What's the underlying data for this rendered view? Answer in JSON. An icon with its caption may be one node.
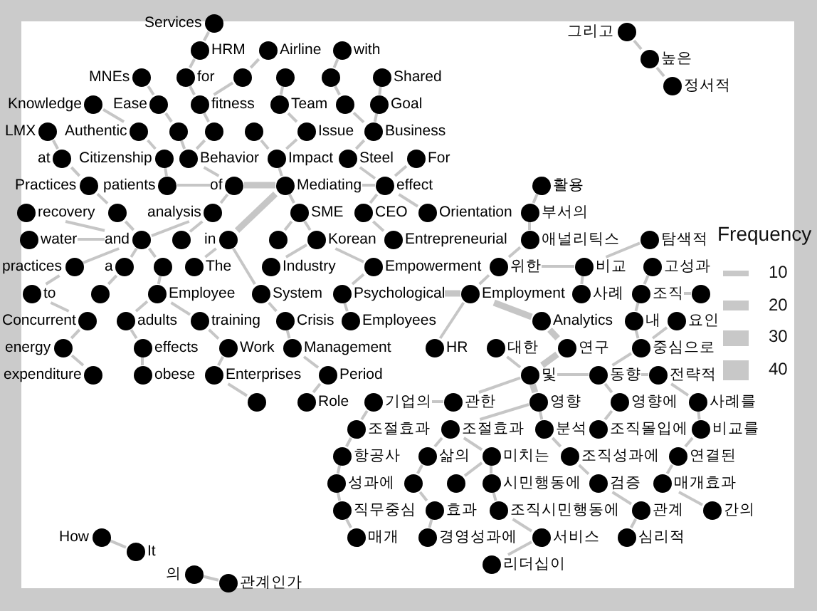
{
  "diagram": {
    "nodes": [
      {
        "text": [
          "Services"
        ]
      },
      {
        "text": [
          "HRM"
        ]
      },
      {
        "text": [
          "Airline"
        ]
      },
      {
        "text": [
          "with"
        ]
      },
      {
        "text": [
          "for"
        ]
      },
      {
        "text": [
          "MNEs"
        ]
      },
      {
        "text": [
          "Ease"
        ]
      },
      {
        "text": [
          "fitness"
        ]
      },
      {
        "text": [],
        "shape": "circle"
      },
      {
        "text": [],
        "shape": "circle"
      },
      {
        "text": [],
        "shape": "circle"
      },
      {
        "text": [
          "Shared"
        ]
      },
      {
        "text": [
          "Team"
        ]
      },
      {
        "text": [],
        "shape": "circle"
      },
      {
        "text": [
          "Goal"
        ]
      },
      {
        "text": [
          "Knowledge"
        ]
      },
      {
        "text": [],
        "shape": "circle"
      },
      {
        "text": [
          "Business"
        ]
      },
      {
        "text": [
          "LMX"
        ]
      },
      {
        "text": [
          "Authentic"
        ]
      },
      {
        "text": [
          "Impact"
        ]
      },
      {
        "text": [
          "Steel"
        ]
      },
      {
        "text": [
          "Issue"
        ]
      },
      {
        "text": [
          "For"
        ]
      },
      {
        "text": [
          "Citizenship"
        ]
      },
      {
        "text": [
          "at"
        ]
      },
      {
        "text": [
          "Behavior"
        ]
      },
      {
        "text": [
          "of"
        ]
      },
      {
        "text": [
          "analysis"
        ]
      },
      {
        "text": [
          "patients"
        ]
      },
      {
        "text": [
          "Practices"
        ]
      },
      {
        "text": [
          "Orientation"
        ]
      },
      {
        "text": [
          "CEO"
        ]
      },
      {
        "text": [
          "Mediating"
        ]
      },
      {
        "text": [
          "SME"
        ]
      },
      {
        "text": [
          "effect"
        ]
      },
      {
        "text": [
          "Entrepreneurial"
        ]
      },
      {
        "text": [
          "Korean"
        ]
      },
      {
        "text": [],
        "shape": "circle"
      },
      {
        "text": [],
        "shape": "circle"
      },
      {
        "text": [
          "recovery"
        ]
      },
      {
        "text": [
          "water"
        ]
      },
      {
        "text": [
          "Industry"
        ]
      },
      {
        "text": [
          "Empowerment"
        ]
      },
      {
        "text": [
          "and"
        ]
      },
      {
        "text": [
          "a"
        ]
      },
      {
        "text": [
          "practices"
        ]
      },
      {
        "text": [
          "in"
        ]
      },
      {
        "text": [
          "The"
        ]
      },
      {
        "text": [
          "Psychological"
        ]
      },
      {
        "text": [
          "Employee"
        ]
      },
      {
        "text": [
          "System"
        ]
      },
      {
        "text": [
          "to"
        ]
      },
      {
        "text": [
          "Employees"
        ]
      },
      {
        "text": [
          "Employment"
        ]
      },
      {
        "text": [
          "HR"
        ]
      },
      {
        "text": [
          "Concurrent"
        ]
      },
      {
        "text": [
          "adults"
        ]
      },
      {
        "text": [
          "training"
        ]
      },
      {
        "text": [
          "Crisis"
        ]
      },
      {
        "text": [
          "energy"
        ]
      },
      {
        "text": [
          "effects"
        ]
      },
      {
        "text": [
          "expenditure"
        ]
      },
      {
        "text": [
          "Management"
        ]
      },
      {
        "text": [
          "Work"
        ]
      },
      {
        "text": [
          "Period"
        ]
      },
      {
        "text": [
          "obese"
        ]
      },
      {
        "text": [
          "Enterprises"
        ]
      },
      {
        "text": [
          "Role"
        ]
      },
      {
        "text": [],
        "shape": "circle"
      },
      {
        "text": [],
        "shape": "circle"
      },
      {
        "text": [],
        "shape": "circle"
      },
      {
        "text": [],
        "shape": "circle"
      },
      {
        "text": [],
        "shape": "circle"
      },
      {
        "text": [],
        "shape": "circle"
      },
      {
        "text": [
          "및"
        ]
      },
      {
        "text": [
          "활용"
        ]
      },
      {
        "text": [
          "부서의"
        ]
      },
      {
        "text": [
          "애널리틱스"
        ]
      },
      {
        "text": [
          "위한"
        ]
      },
      {
        "text": [
          "탐색적"
        ]
      },
      {
        "text": [
          "비교"
        ]
      },
      {
        "text": [
          "사례"
        ]
      },
      {
        "text": [
          "조직"
        ]
      },
      {
        "text": [
          "고성과"
        ]
      },
      {
        "text": [
          "Analytics"
        ]
      },
      {
        "text": [
          "내"
        ]
      },
      {
        "text": [
          "요인"
        ]
      },
      {
        "text": [],
        "shape": "circle"
      },
      {
        "text": [
          "연구"
        ]
      },
      {
        "text": [
          "중심으로"
        ]
      },
      {
        "text": [
          "사례를"
        ]
      },
      {
        "text": [
          "전략적"
        ]
      },
      {
        "text": [
          "대한"
        ]
      },
      {
        "text": [
          "영향에"
        ]
      },
      {
        "text": [
          "동향"
        ]
      },
      {
        "text": [
          "관한"
        ]
      },
      {
        "text": [
          "조직몰입에"
        ]
      },
      {
        "text": [
          "비교를"
        ]
      },
      {
        "text": [
          "기업의"
        ]
      },
      {
        "text": [
          "조절효과"
        ]
      },
      {
        "text": [
          "조절효과"
        ]
      },
      {
        "text": [
          "삶의"
        ]
      },
      {
        "text": [
          "영향"
        ]
      },
      {
        "text": [
          "분석"
        ]
      },
      {
        "text": [
          "조직성과에"
        ]
      },
      {
        "text": [
          "연결된"
        ]
      },
      {
        "text": [
          "매개효과"
        ]
      },
      {
        "text": [
          "간의"
        ]
      },
      {
        "text": [
          "성과에"
        ]
      },
      {
        "text": [
          "미치는"
        ]
      },
      {
        "text": [
          "시민행동에"
        ]
      },
      {
        "text": [
          "검증"
        ]
      },
      {
        "text": [
          "관계"
        ]
      },
      {
        "text": [],
        "shape": "circle"
      },
      {
        "text": [
          "직무중심"
        ]
      },
      {
        "text": [],
        "shape": "circle"
      },
      {
        "text": [
          "조직시민행동에"
        ]
      },
      {
        "text": [
          "효과"
        ]
      },
      {
        "text": [
          "심리적"
        ]
      },
      {
        "text": [
          "매개"
        ]
      },
      {
        "text": [
          "서비스"
        ]
      },
      {
        "text": [
          "경영성과에"
        ]
      },
      {
        "text": [
          "리더십이"
        ]
      },
      {
        "text": [
          "항공사"
        ]
      },
      {
        "text": [
          "그리고"
        ]
      },
      {
        "text": [
          "높은"
        ]
      },
      {
        "text": [
          "정서적"
        ]
      },
      {
        "text": [
          "How"
        ]
      },
      {
        "text": [
          "It"
        ]
      },
      {
        "text": [
          "의"
        ]
      },
      {
        "text": [
          "관계인가"
        ]
      }
    ],
    "edges": [
      {
        "from": 1,
        "to": 0,
        "arrow": "none"
      },
      {
        "from": 4,
        "to": 1,
        "arrow": "none"
      },
      {
        "from": 8,
        "to": 2,
        "arrow": "none"
      },
      {
        "from": 10,
        "to": 3,
        "arrow": "none"
      },
      {
        "from": 7,
        "to": 4,
        "arrow": "none"
      },
      {
        "from": 6,
        "to": 5,
        "arrow": "none"
      },
      {
        "from": 7,
        "to": 8,
        "arrow": "none"
      },
      {
        "from": 12,
        "to": 9,
        "arrow": "none"
      },
      {
        "from": 13,
        "to": 10,
        "arrow": "none"
      },
      {
        "from": 14,
        "to": 11,
        "arrow": "none"
      },
      {
        "from": 19,
        "to": 15,
        "arrow": "none"
      },
      {
        "from": 16,
        "to": 6,
        "arrow": "none"
      },
      {
        "from": 69,
        "to": 7,
        "arrow": "none"
      },
      {
        "from": 22,
        "to": 12,
        "arrow": "none"
      },
      {
        "from": 17,
        "to": 13,
        "arrow": "none"
      },
      {
        "from": 17,
        "to": 14,
        "arrow": "none"
      },
      {
        "from": 25,
        "to": 18,
        "arrow": "none"
      },
      {
        "from": 24,
        "to": 19,
        "arrow": "none"
      },
      {
        "from": 26,
        "to": 16,
        "arrow": "none"
      },
      {
        "from": 26,
        "to": 69,
        "arrow": "none"
      },
      {
        "from": 20,
        "to": 70,
        "arrow": "none"
      },
      {
        "from": 20,
        "to": 22,
        "arrow": "none"
      },
      {
        "from": 21,
        "to": 17,
        "arrow": "none"
      },
      {
        "from": 30,
        "to": 25,
        "arrow": "none"
      },
      {
        "from": 29,
        "to": 24,
        "arrow": "none"
      },
      {
        "from": 27,
        "to": 26,
        "arrow": "none"
      },
      {
        "from": 33,
        "to": 20,
        "arrow": "none"
      },
      {
        "from": 35,
        "to": 21,
        "arrow": "none"
      },
      {
        "from": 35,
        "to": 23,
        "arrow": "none"
      },
      {
        "from": 27,
        "to": 29,
        "arrow": "none"
      },
      {
        "from": 27,
        "to": 33,
        "arrow": "none",
        "style": "thick"
      },
      {
        "from": 33,
        "to": 35,
        "arrow": "none"
      },
      {
        "from": 72,
        "to": 30,
        "arrow": "none"
      },
      {
        "from": 27,
        "to": 28,
        "arrow": "none"
      },
      {
        "from": 33,
        "to": 34,
        "arrow": "none"
      },
      {
        "from": 35,
        "to": 32,
        "arrow": "none"
      },
      {
        "from": 35,
        "to": 31,
        "arrow": "none"
      },
      {
        "from": 44,
        "to": 40,
        "arrow": "none"
      },
      {
        "from": 44,
        "to": 72,
        "arrow": "none"
      },
      {
        "from": 28,
        "to": 44,
        "arrow": "none"
      },
      {
        "from": 28,
        "to": 71,
        "arrow": "none"
      },
      {
        "from": 33,
        "to": 47,
        "arrow": "none",
        "style": "thick"
      },
      {
        "from": 34,
        "to": 38,
        "arrow": "none"
      },
      {
        "from": 34,
        "to": 37,
        "arrow": "none"
      },
      {
        "from": 32,
        "to": 36,
        "arrow": "none"
      },
      {
        "from": 44,
        "to": 41,
        "arrow": "none"
      },
      {
        "from": 44,
        "to": 46,
        "arrow": "none"
      },
      {
        "from": 44,
        "to": 45,
        "arrow": "none"
      },
      {
        "from": 44,
        "to": 39,
        "arrow": "none"
      },
      {
        "from": 47,
        "to": 48,
        "arrow": "none"
      },
      {
        "from": 37,
        "to": 42,
        "arrow": "none"
      },
      {
        "from": 37,
        "to": 43,
        "arrow": "none"
      },
      {
        "from": 46,
        "to": 52,
        "arrow": "none"
      },
      {
        "from": 45,
        "to": 73,
        "arrow": "none"
      },
      {
        "from": 39,
        "to": 50,
        "arrow": "none"
      },
      {
        "from": 47,
        "to": 51,
        "arrow": "none"
      },
      {
        "from": 43,
        "to": 49,
        "arrow": "none"
      },
      {
        "from": 49,
        "to": 54,
        "arrow": "none",
        "style": "thick"
      },
      {
        "from": 52,
        "to": 56,
        "arrow": "none"
      },
      {
        "from": 50,
        "to": 57,
        "arrow": "none"
      },
      {
        "from": 50,
        "to": 58,
        "arrow": "none"
      },
      {
        "from": 51,
        "to": 59,
        "arrow": "none"
      },
      {
        "from": 49,
        "to": 53,
        "arrow": "none"
      },
      {
        "from": 54,
        "to": 55,
        "arrow": "none"
      },
      {
        "from": 56,
        "to": 60,
        "arrow": "none"
      },
      {
        "from": 57,
        "to": 61,
        "arrow": "none"
      },
      {
        "from": 58,
        "to": 64,
        "arrow": "none"
      },
      {
        "from": 59,
        "to": 63,
        "arrow": "none"
      },
      {
        "from": 60,
        "to": 62,
        "arrow": "none"
      },
      {
        "from": 61,
        "to": 66,
        "arrow": "none"
      },
      {
        "from": 64,
        "to": 67,
        "arrow": "none"
      },
      {
        "from": 63,
        "to": 65,
        "arrow": "none"
      },
      {
        "from": 65,
        "to": 68,
        "arrow": "none"
      },
      {
        "from": 67,
        "to": 74,
        "arrow": "none"
      },
      {
        "from": 54,
        "to": 79,
        "arrow": "none"
      },
      {
        "from": 54,
        "to": 85,
        "arrow": "none",
        "style": "thick"
      },
      {
        "from": 79,
        "to": 78,
        "arrow": "none"
      },
      {
        "from": 78,
        "to": 77,
        "arrow": "none"
      },
      {
        "from": 77,
        "to": 76,
        "arrow": "none"
      },
      {
        "from": 81,
        "to": 80,
        "arrow": "none"
      },
      {
        "from": 81,
        "to": 82,
        "arrow": "none"
      },
      {
        "from": 83,
        "to": 84,
        "arrow": "none"
      },
      {
        "from": 83,
        "to": 88,
        "arrow": "none"
      },
      {
        "from": 86,
        "to": 83,
        "arrow": "none"
      },
      {
        "from": 79,
        "to": 81,
        "arrow": "none"
      },
      {
        "from": 85,
        "to": 89,
        "arrow": "none",
        "style": "thick"
      },
      {
        "from": 90,
        "to": 86,
        "arrow": "none"
      },
      {
        "from": 90,
        "to": 87,
        "arrow": "none"
      },
      {
        "from": 75,
        "to": 93,
        "arrow": "none"
      },
      {
        "from": 75,
        "to": 89,
        "arrow": "none",
        "style": "thick"
      },
      {
        "from": 95,
        "to": 90,
        "arrow": "none"
      },
      {
        "from": 75,
        "to": 95,
        "arrow": "none"
      },
      {
        "from": 95,
        "to": 92,
        "arrow": "none"
      },
      {
        "from": 75,
        "to": 96,
        "arrow": "none"
      },
      {
        "from": 75,
        "to": 103,
        "arrow": "none",
        "style": "thick"
      },
      {
        "from": 95,
        "to": 94,
        "arrow": "none"
      },
      {
        "from": 92,
        "to": 91,
        "arrow": "none"
      },
      {
        "from": 96,
        "to": 99,
        "arrow": "none"
      },
      {
        "from": 99,
        "to": 100,
        "arrow": "none"
      },
      {
        "from": 103,
        "to": 101,
        "arrow": "none"
      },
      {
        "from": 103,
        "to": 104,
        "arrow": "none"
      },
      {
        "from": 94,
        "to": 97,
        "arrow": "none"
      },
      {
        "from": 91,
        "to": 98,
        "arrow": "none"
      },
      {
        "from": 100,
        "to": 124,
        "arrow": "none"
      },
      {
        "from": 101,
        "to": 102,
        "arrow": "none"
      },
      {
        "from": 101,
        "to": 110,
        "arrow": "none"
      },
      {
        "from": 104,
        "to": 105,
        "arrow": "none"
      },
      {
        "from": 98,
        "to": 106,
        "arrow": "none"
      },
      {
        "from": 124,
        "to": 109,
        "arrow": "none"
      },
      {
        "from": 102,
        "to": 114,
        "arrow": "none"
      },
      {
        "from": 110,
        "to": 116,
        "arrow": "none"
      },
      {
        "from": 110,
        "to": 111,
        "arrow": "none"
      },
      {
        "from": 105,
        "to": 112,
        "arrow": "none"
      },
      {
        "from": 106,
        "to": 107,
        "arrow": "none"
      },
      {
        "from": 109,
        "to": 115,
        "arrow": "none"
      },
      {
        "from": 114,
        "to": 118,
        "arrow": "none"
      },
      {
        "from": 111,
        "to": 117,
        "arrow": "none"
      },
      {
        "from": 112,
        "to": 113,
        "arrow": "none"
      },
      {
        "from": 107,
        "to": 108,
        "arrow": "none"
      },
      {
        "from": 115,
        "to": 120,
        "arrow": "none"
      },
      {
        "from": 118,
        "to": 122,
        "arrow": "none"
      },
      {
        "from": 117,
        "to": 121,
        "arrow": "none"
      },
      {
        "from": 113,
        "to": 119,
        "arrow": "none"
      },
      {
        "from": 121,
        "to": 123,
        "arrow": "none"
      },
      {
        "from": 125,
        "to": 126,
        "arrow": "none"
      },
      {
        "from": 126,
        "to": 127,
        "arrow": "none"
      },
      {
        "from": 128,
        "to": 129,
        "arrow": "none"
      },
      {
        "from": 130,
        "to": 131,
        "arrow": "none"
      }
    ],
    "labels": [
      "Frequency"
    ],
    "legend": [
      {
        "text": "10"
      },
      {
        "text": "20"
      },
      {
        "text": "30"
      },
      {
        "text": "40"
      }
    ]
  }
}
